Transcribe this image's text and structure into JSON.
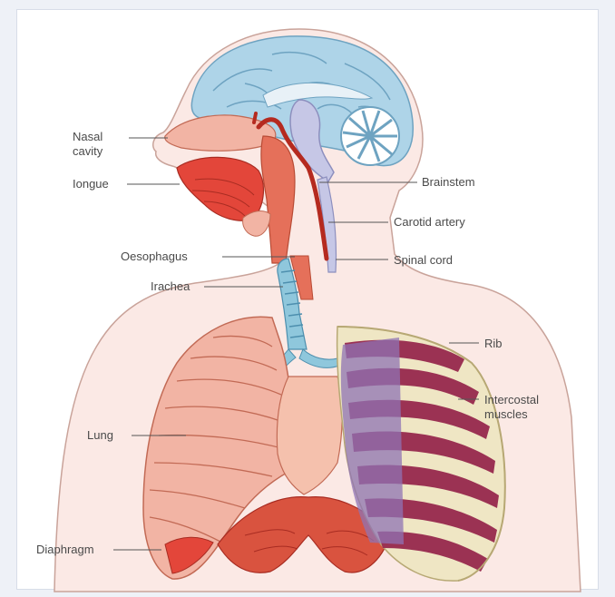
{
  "labels": {
    "nasal_cavity": "Nasal\ncavity",
    "tongue": "Iongue",
    "oesophagus": "Oesophagus",
    "trachea": "Irachea",
    "lung": "Lung",
    "diaphragm": "Diaphragm",
    "brainstem": "Brainstem",
    "carotid_artery": "Carotid artery",
    "spinal_cord": "Spinal cord",
    "rib": "Rib",
    "intercostal_muscles": "Intercostal\nmuscles"
  },
  "colors": {
    "brain": "#aed4e8",
    "muscle": "#e26a4e",
    "lung": "#f2b4a4",
    "rib_muscle": "#9b3253",
    "intercostal_purple": "#8f73b4",
    "bone": "#efe6c4",
    "skin_outline": "#c9a39a",
    "trachea": "#8fc7dc",
    "artery": "#b52a1f"
  }
}
